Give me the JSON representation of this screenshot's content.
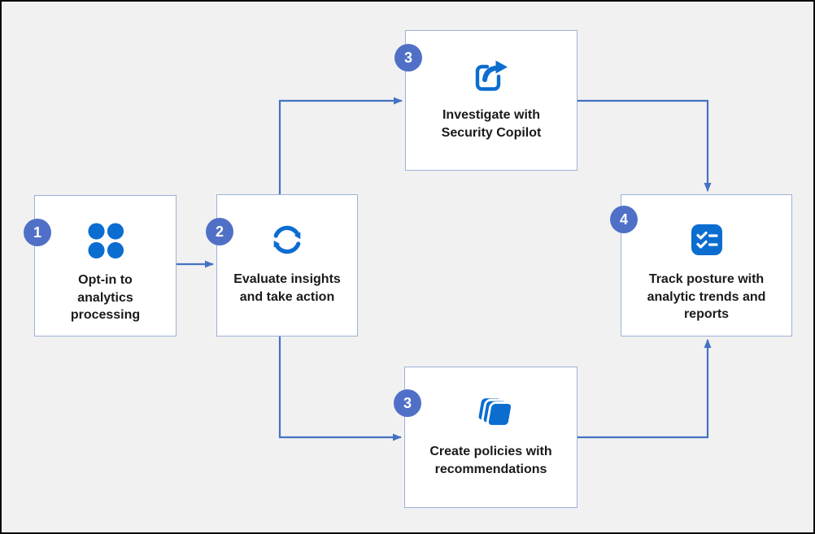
{
  "diagram": {
    "description": "Flow diagram with numbered steps connected by arrows",
    "colors": {
      "canvas_background": "#f1f1f1",
      "frame_border": "#0b0b0b",
      "box_background": "#ffffff",
      "box_border": "#9db1da",
      "badge_blue": "#5070c8",
      "connector_blue": "#4472c4",
      "icon_blue": "#0b6dd0",
      "text": "#1a1a1a"
    },
    "steps": [
      {
        "id": "opt-in",
        "number": "1",
        "label": "Opt-in to analytics processing",
        "icon": "dots-grid-icon"
      },
      {
        "id": "evaluate",
        "number": "2",
        "label": "Evaluate insights and take action",
        "icon": "sync-arrows-icon"
      },
      {
        "id": "investigate",
        "number": "3",
        "label": "Investigate with Security Copilot",
        "icon": "share-arrow-icon"
      },
      {
        "id": "create-policies",
        "number": "3",
        "label": "Create policies with recommendations",
        "icon": "stacked-cards-icon"
      },
      {
        "id": "track",
        "number": "4",
        "label": "Track posture with analytic trends and reports",
        "icon": "checklist-icon"
      }
    ],
    "connections": [
      {
        "from": "opt-in",
        "to": "evaluate"
      },
      {
        "from": "evaluate",
        "to": "investigate"
      },
      {
        "from": "evaluate",
        "to": "create-policies"
      },
      {
        "from": "investigate",
        "to": "track"
      },
      {
        "from": "create-policies",
        "to": "track"
      }
    ]
  }
}
